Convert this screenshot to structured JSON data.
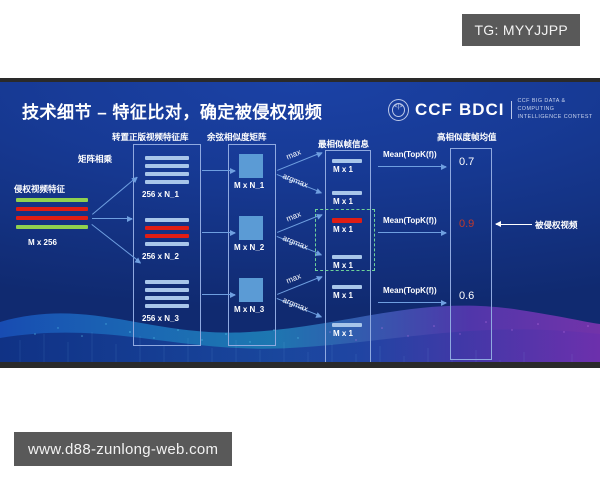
{
  "watermarks": {
    "top": "TG: MYYJJPP",
    "bottom": "www.d88-zunlong-web.com"
  },
  "slide": {
    "title": "技术细节 – 特征比对，确定被侵权视频",
    "logo": {
      "mark": "CCF BDCI",
      "ccf": "CCF",
      "bdci": "BDCI",
      "sub_line1": "CCF BIG DATA & COMPUTING",
      "sub_line2": "INTELLIGENCE CONTEST"
    },
    "columns": {
      "query": "侵权视频特征",
      "multiply": "矩阵相乘",
      "library": "转置正版视频特征库",
      "cosine": "余弦相似度矩阵",
      "topframe": "最相似帧信息",
      "meanvalue": "高相似度帧均值"
    },
    "query_block": {
      "label": "M x 256",
      "stripes": [
        "green",
        "red",
        "red",
        "green"
      ]
    },
    "library_blocks": [
      {
        "label": "256 x N_1",
        "stripes": [
          "blue",
          "blue",
          "blue",
          "blue"
        ]
      },
      {
        "label": "256 x N_2",
        "stripes": [
          "blue",
          "red",
          "red",
          "blue"
        ]
      },
      {
        "label": "256 x N_3",
        "stripes": [
          "blue",
          "blue",
          "blue",
          "blue"
        ]
      }
    ],
    "cosine_blocks": [
      {
        "label": "M x N_1"
      },
      {
        "label": "M x N_2"
      },
      {
        "label": "M x N_3"
      }
    ],
    "frame_blocks": [
      {
        "label": "M x 1",
        "stripe": "blue"
      },
      {
        "label": "M x 1",
        "stripe": "blue"
      },
      {
        "label": "M x 1",
        "stripe": "red"
      },
      {
        "label": "M x 1",
        "stripe": "blue"
      },
      {
        "label": "M x 1",
        "stripe": "blue"
      },
      {
        "label": "M x 1",
        "stripe": "blue"
      }
    ],
    "ops": {
      "max": "max",
      "argmax": "argmax",
      "mean_topk": "Mean(TopK(f))"
    },
    "op_labels": [
      {
        "max": "max",
        "argmax": "argmax"
      },
      {
        "max": "max",
        "argmax": "argmax"
      },
      {
        "max": "max",
        "argmax": "argmax"
      }
    ],
    "mean_arrows": [
      "Mean(TopK(f))",
      "Mean(TopK(f))",
      "Mean(TopK(f))"
    ],
    "mean_values": [
      {
        "value": "0.7",
        "highlight": false
      },
      {
        "value": "0.9",
        "highlight": true
      },
      {
        "value": "0.6",
        "highlight": false
      }
    ],
    "callout": "被侵权视频",
    "colors": {
      "slide_bg": "#173a95",
      "stripe_blue": "#a8c6ea",
      "stripe_red": "#e01d14",
      "stripe_green": "#8fd14f",
      "square_blue": "#5b9bd5",
      "arrow_blue": "#6f9fe0",
      "dash_green": "#6fd39a",
      "highlight_red": "#c0392b",
      "watermark_bg": "#595959"
    }
  }
}
